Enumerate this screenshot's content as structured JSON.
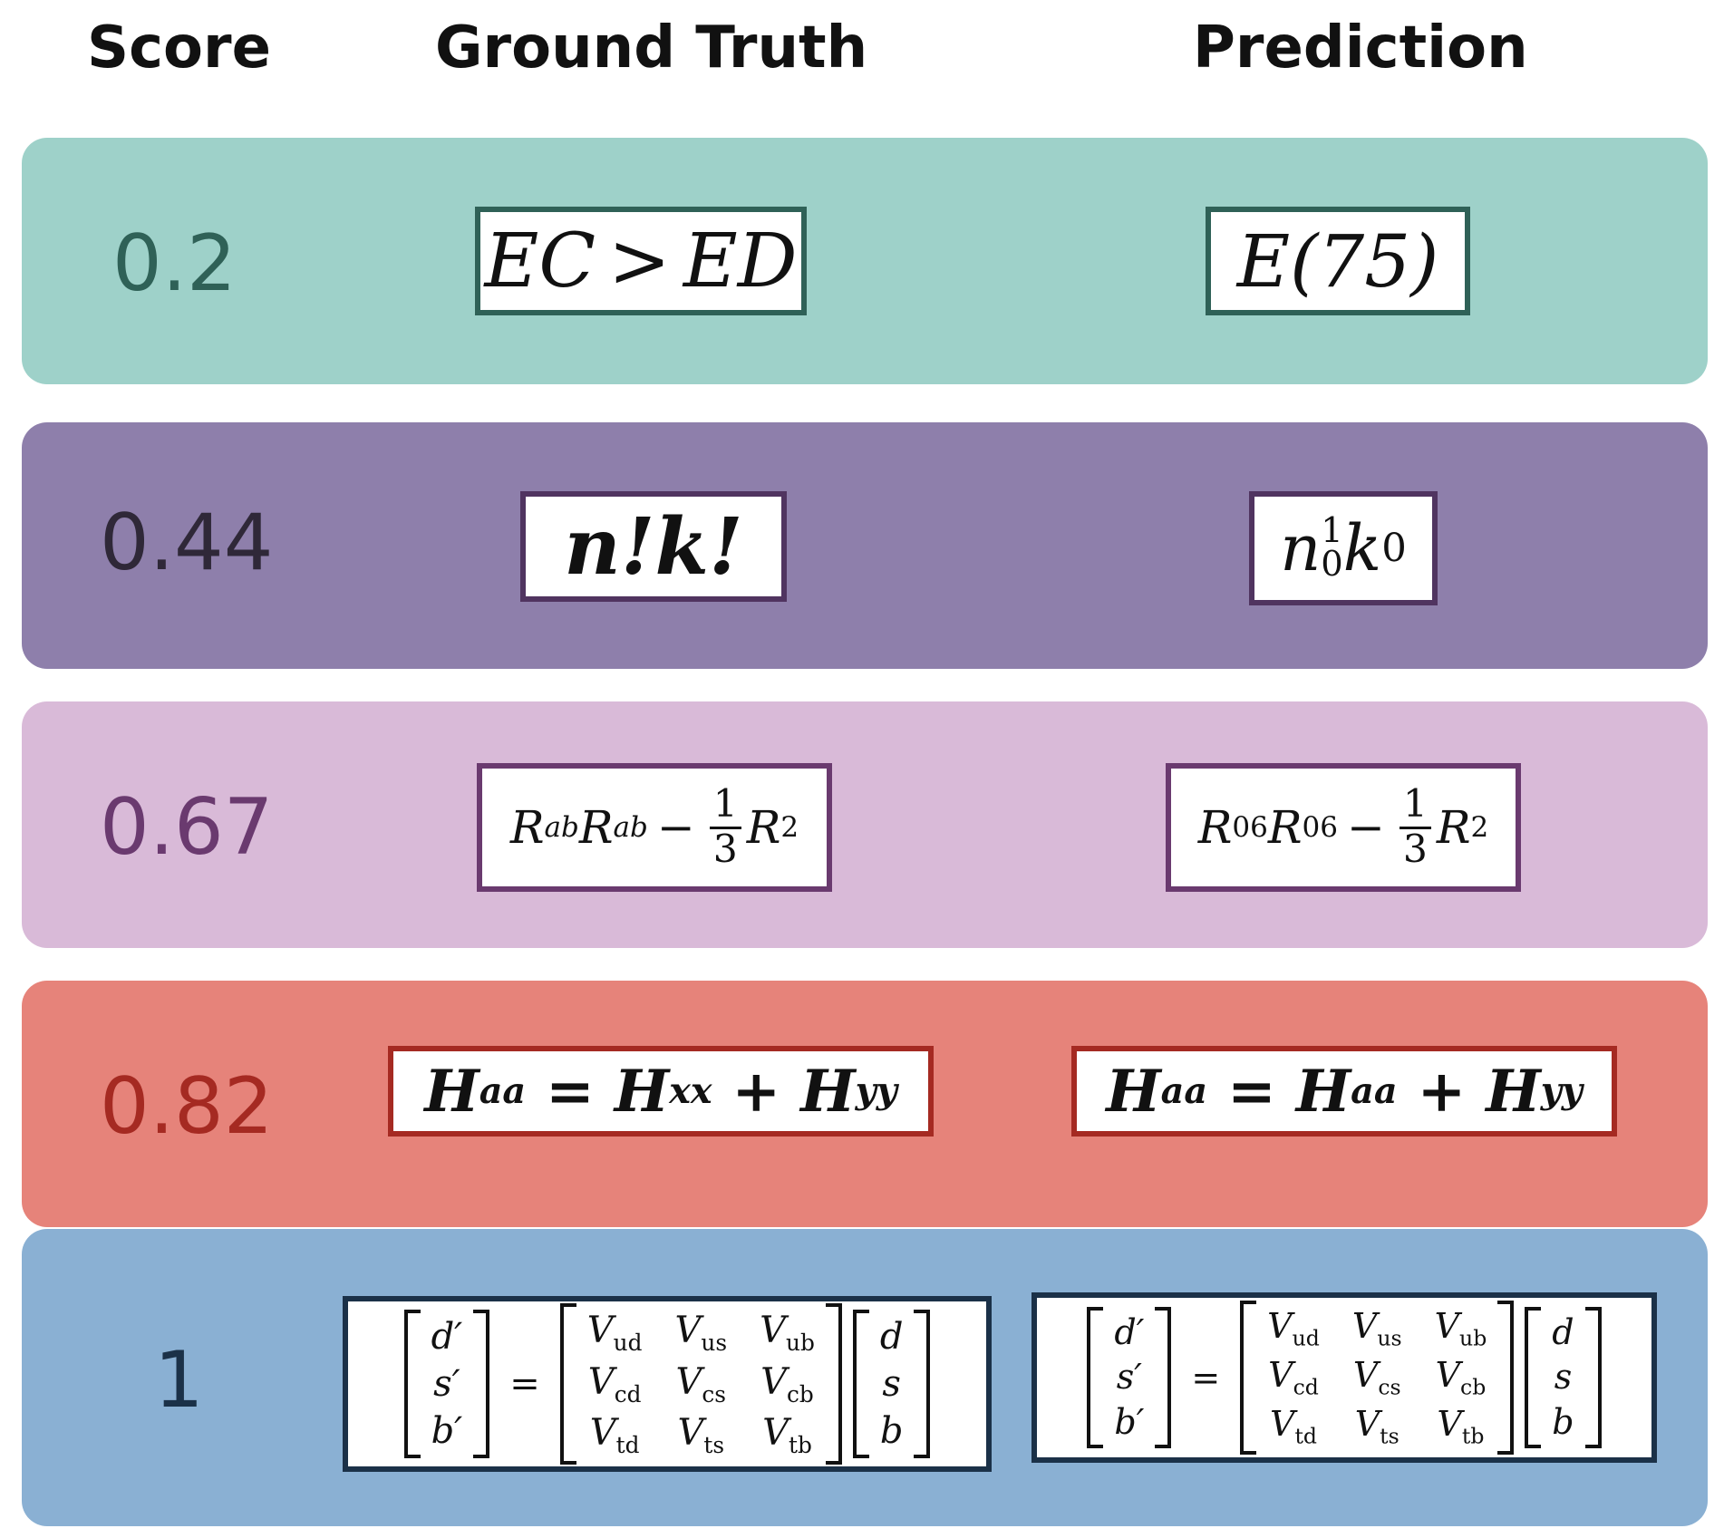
{
  "headers": {
    "score": "Score",
    "ground_truth": "Ground Truth",
    "prediction": "Prediction"
  },
  "colors": {
    "row1_bg": "#9ed1c9",
    "row1_accent": "#2f6157",
    "row2_bg": "#8e7fab",
    "row2_accent": "#503460",
    "row3_bg": "#d9bad8",
    "row3_accent": "#6a3a6f",
    "row4_bg": "#e6837a",
    "row4_accent": "#a52a22",
    "row5_bg": "#8ab0d3",
    "row5_accent": "#1b3148"
  },
  "rows": [
    {
      "score": "0.2",
      "gt": {
        "a": "EC",
        "op": ">",
        "b": "ED"
      },
      "pred": {
        "text": "E(75)"
      }
    },
    {
      "score": "0.44",
      "gt": {
        "text": "n!k!"
      },
      "pred": {
        "n": "n",
        "n_sup": "1",
        "n_sub": "0",
        "k": "k",
        "k_sub": "0"
      }
    },
    {
      "score": "0.67",
      "gt": {
        "r": "R",
        "r_sub": "ab",
        "r2": "R",
        "r2_sup": "ab",
        "minus": "−",
        "num": "1",
        "den": "3",
        "r3": "R",
        "r3_sup": "2"
      },
      "pred": {
        "r": "R",
        "r_sub": "06",
        "r2": "R",
        "r2_sup": "06",
        "minus": "−",
        "num": "1",
        "den": "3",
        "r3": "R",
        "r3_sup": "2"
      }
    },
    {
      "score": "0.82",
      "gt": {
        "h1": "H",
        "h1_sub": "aa",
        "eq": "=",
        "h2": "H",
        "h2_sub": "xx",
        "plus": "+",
        "h3": "H",
        "h3_sub": "yy"
      },
      "pred": {
        "h1": "H",
        "h1_sub": "aa",
        "eq": "=",
        "h2": "H",
        "h2_sub": "aa",
        "plus": "+",
        "h3": "H",
        "h3_sub": "yy"
      }
    },
    {
      "score": "1",
      "gt": {
        "lhs": [
          "d′",
          "s′",
          "b′"
        ],
        "eq": "=",
        "v": [
          "V",
          "V",
          "V",
          "V",
          "V",
          "V",
          "V",
          "V",
          "V"
        ],
        "v_sub": [
          "ud",
          "us",
          "ub",
          "cd",
          "cs",
          "cb",
          "td",
          "ts",
          "tb"
        ],
        "rhs": [
          "d",
          "s",
          "b"
        ]
      },
      "pred": {
        "lhs": [
          "d′",
          "s′",
          "b′"
        ],
        "eq": "=",
        "v": [
          "V",
          "V",
          "V",
          "V",
          "V",
          "V",
          "V",
          "V",
          "V"
        ],
        "v_sub": [
          "ud",
          "us",
          "ub",
          "cd",
          "cs",
          "cb",
          "td",
          "ts",
          "tb"
        ],
        "rhs": [
          "d",
          "s",
          "b"
        ]
      }
    }
  ]
}
